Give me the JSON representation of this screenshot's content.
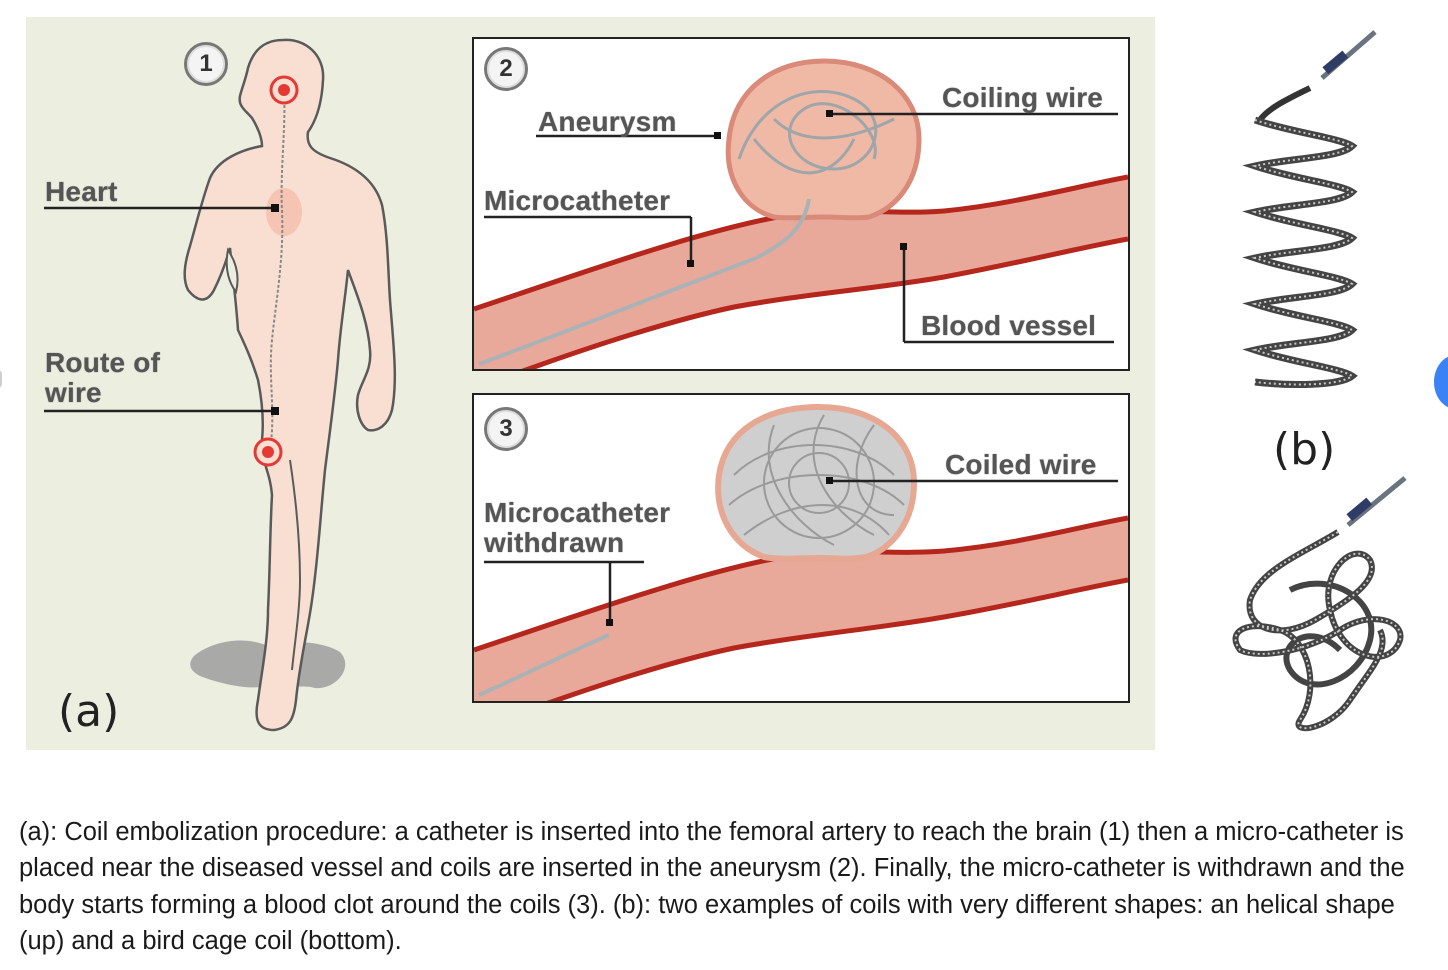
{
  "panel_a": {
    "letter": "(a)",
    "labels": {
      "heart": "Heart",
      "route_line1": "Route of",
      "route_line2": "wire"
    },
    "steps": [
      "1",
      "2",
      "3"
    ]
  },
  "panel_2": {
    "aneurysm": "Aneurysm",
    "coiling_wire": "Coiling wire",
    "microcatheter": "Microcatheter",
    "blood_vessel": "Blood vessel"
  },
  "panel_3": {
    "coiled_wire": "Coiled wire",
    "withdrawn_line1": "Microcatheter",
    "withdrawn_line2": "withdrawn"
  },
  "panel_b": {
    "letter": "(b)"
  },
  "caption": "(a): Coil embolization procedure: a catheter is inserted into the femoral artery to reach the brain (1) then a micro-catheter is placed near the diseased vessel and coils are inserted in the aneurysm (2). Finally, the micro-catheter is withdrawn and the body starts forming a blood clot around the coils (3). (b): two examples of coils with very different shapes: an helical shape (up) and a bird cage coil (bottom).",
  "colors": {
    "panel_bg": "#eceee0",
    "body_fill": "#f8dfd2",
    "vessel_fill": "#e8a99a",
    "vessel_wall": "#b5271c",
    "target_red": "#e53935",
    "accent_blue": "#3b82f6"
  }
}
